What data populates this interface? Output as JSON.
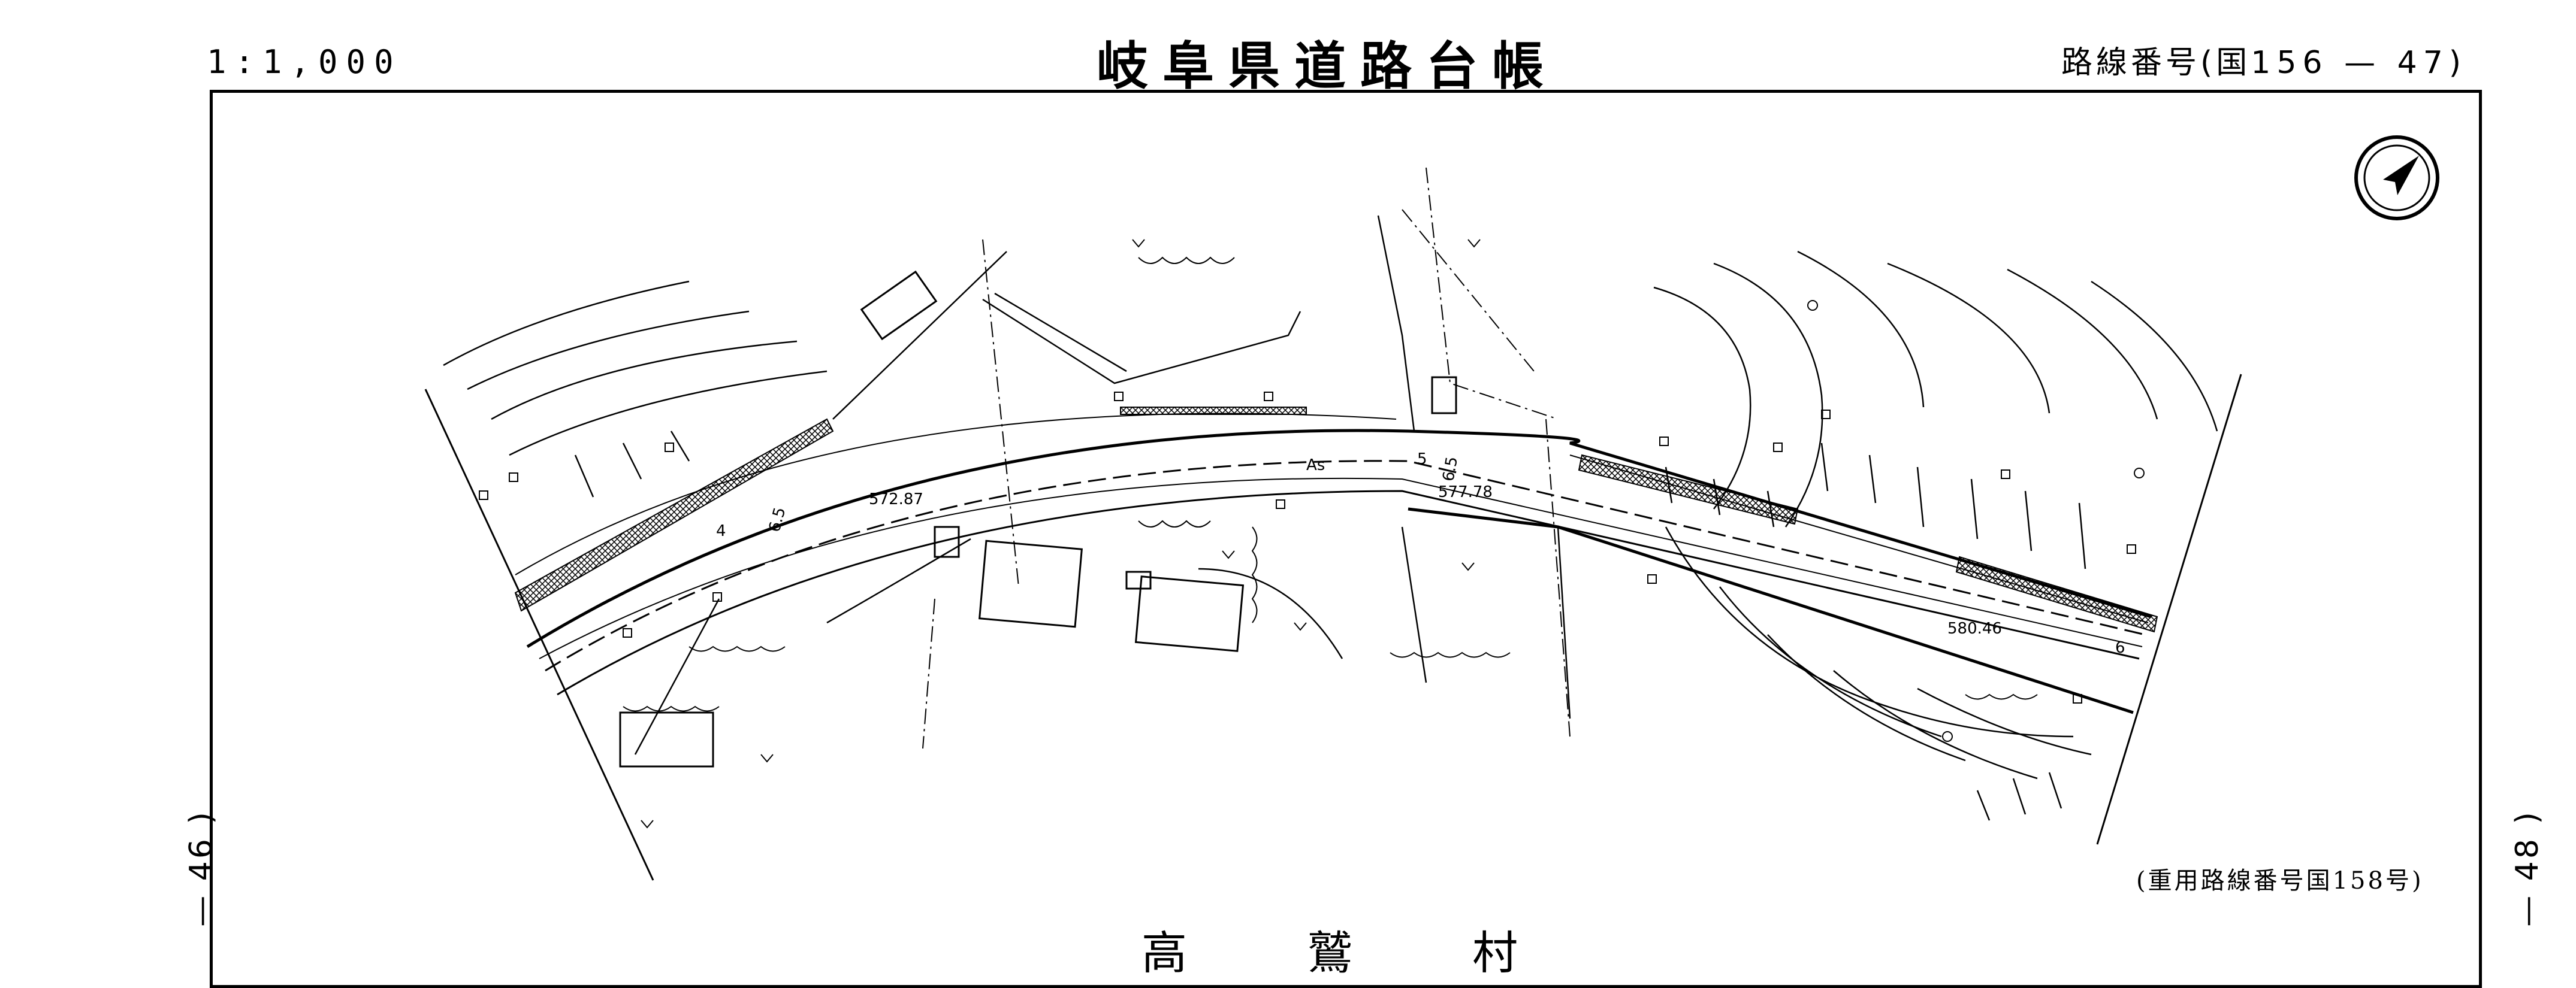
{
  "header": {
    "scale": "1:1,000",
    "title": "岐阜県道路台帳",
    "route_prefix": "路線番号(国",
    "route_number": "156 —  47",
    "route_suffix": ")"
  },
  "side": {
    "left_sheet": "— 46 )",
    "right_sheet": "— 48 )"
  },
  "footer": {
    "concurrent_route": "(重用路線番号国158号)",
    "municipality": "高鷲村"
  },
  "map_labels": {
    "pavement": "As",
    "elev_1": "572.87",
    "elev_2": "577.78",
    "elev_3": "580.46",
    "width_4": "4",
    "width_65a": "6.5",
    "width_5": "5",
    "width_65b": "6.5",
    "width_6": "6"
  },
  "colors": {
    "ink": "#000000",
    "paper": "#ffffff"
  }
}
